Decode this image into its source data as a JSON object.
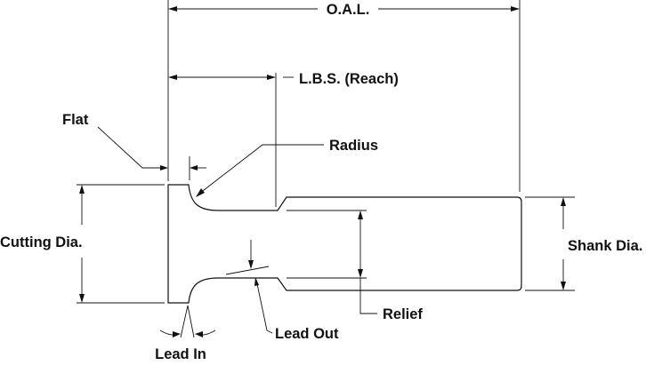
{
  "labels": {
    "oal": "O.A.L.",
    "lbs": "L.B.S. (Reach)",
    "flat": "Flat",
    "radius": "Radius",
    "cutting_dia": "Cutting Dia.",
    "shank_dia": "Shank Dia.",
    "relief": "Relief",
    "lead_out": "Lead Out",
    "lead_in": "Lead In"
  }
}
